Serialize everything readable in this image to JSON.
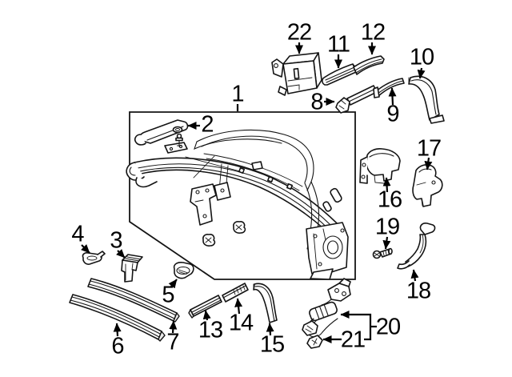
{
  "figure": {
    "kind": "exploded-parts-diagram",
    "background": "#ffffff",
    "ink": "#000000",
    "callout_count": 22
  },
  "callouts": [
    {
      "n": "1"
    },
    {
      "n": "2"
    },
    {
      "n": "3"
    },
    {
      "n": "4"
    },
    {
      "n": "5"
    },
    {
      "n": "6"
    },
    {
      "n": "7"
    },
    {
      "n": "8"
    },
    {
      "n": "9"
    },
    {
      "n": "10"
    },
    {
      "n": "11"
    },
    {
      "n": "12"
    },
    {
      "n": "13"
    },
    {
      "n": "14"
    },
    {
      "n": "15"
    },
    {
      "n": "16"
    },
    {
      "n": "17"
    },
    {
      "n": "18"
    },
    {
      "n": "19"
    },
    {
      "n": "20"
    },
    {
      "n": "21"
    },
    {
      "n": "22"
    }
  ]
}
